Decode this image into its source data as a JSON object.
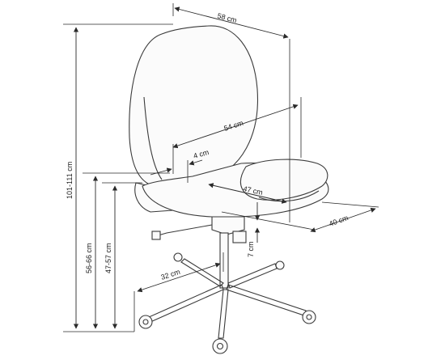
{
  "dimensions": {
    "width_top": "58 cm",
    "seat_width": "54 cm",
    "armrest_gap": "4 cm",
    "seat_depth": "47 cm",
    "depth_total": "40 cm",
    "seat_adjust": "7 cm",
    "total_height": "101-111 cm",
    "arm_height": "56-66 cm",
    "seat_height": "47-57 cm",
    "base_radius": "32 cm"
  },
  "colors": {
    "line": "#2a2a2a",
    "chair": "#3a3a3a",
    "background": "#ffffff"
  }
}
